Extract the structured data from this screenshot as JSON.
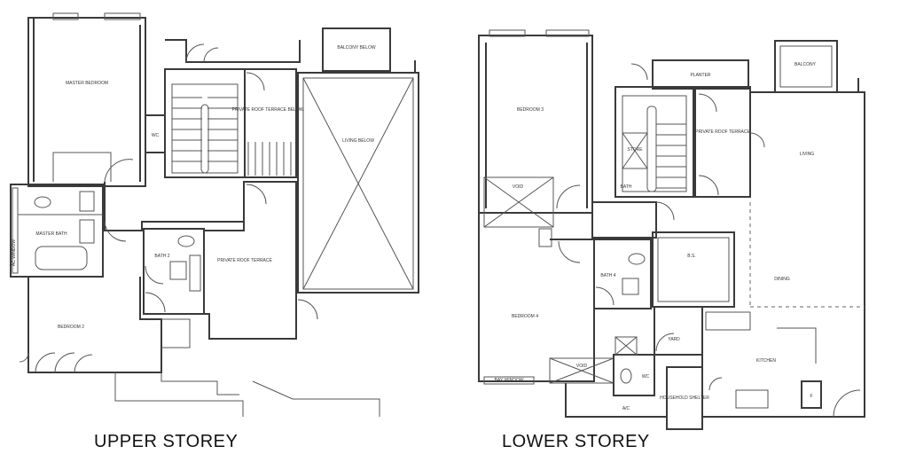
{
  "titles": {
    "upper": "UPPER STOREY",
    "lower": "LOWER STOREY"
  },
  "upper_rooms": {
    "master_bedroom": "MASTER BEDROOM",
    "balcony": "BALCONY BELOW",
    "private_roof": "PRIVATE ROOF TERRACE BELOW",
    "living_below": "LIVING BELOW",
    "wc": "WC",
    "master_bath": "MASTER BATH",
    "bath2": "BATH 2",
    "private_roof_terrace": "PRIVATE ROOF TERRACE",
    "bedroom2": "BEDROOM 2",
    "ac_window": "AC WINDOW"
  },
  "lower_rooms": {
    "bedroom3": "BEDROOM 3",
    "planter": "PLANTER",
    "balcony": "BALCONY",
    "private_roof": "PRIVATE ROOF TERRACE",
    "living": "LIVING",
    "void": "VOID",
    "store": "STORE",
    "bath": "BATH",
    "bedroom4": "BEDROOM 4",
    "bath4": "BATH 4",
    "wc": "WC",
    "yard": "YARD",
    "dining": "DINING",
    "kitchen": "KITCHEN",
    "void2": "VOID",
    "bay_window": "BAY WINDOW",
    "household_shelter": "HOUSEHOLD SHELTER",
    "ac": "A/C",
    "fridge": "F"
  }
}
